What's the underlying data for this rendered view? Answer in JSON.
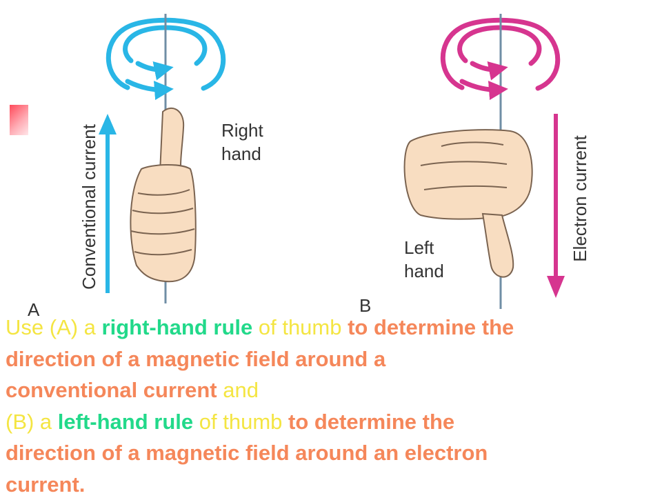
{
  "figure": {
    "panel_a": {
      "letter": "A",
      "axis_label": "Conventional current",
      "hand_label_line1": "Right",
      "hand_label_line2": "hand"
    },
    "panel_b": {
      "letter": "B",
      "axis_label": "Electron current",
      "hand_label_line1": "Left",
      "hand_label_line2": "hand"
    },
    "colors": {
      "field_a": "#29b6e6",
      "field_b": "#d6358f",
      "wire": "#6f8ea5",
      "skin": "#f8ddc1",
      "skin_outline": "#7a6350"
    }
  },
  "caption": {
    "line1": {
      "seg1": "Use (A) a ",
      "seg2": "right-hand rule",
      "seg3": " of thumb ",
      "seg4": "to determine the"
    },
    "line2": "direction of a magnetic field around a",
    "line3": {
      "seg1": "conventional current",
      "seg2": " and"
    },
    "line4": {
      "seg1": "(B) a ",
      "seg2": "left-hand rule",
      "seg3": " of thumb ",
      "seg4": "to determine the"
    },
    "line5": "direction of a magnetic field around an electron",
    "line6": "current."
  }
}
